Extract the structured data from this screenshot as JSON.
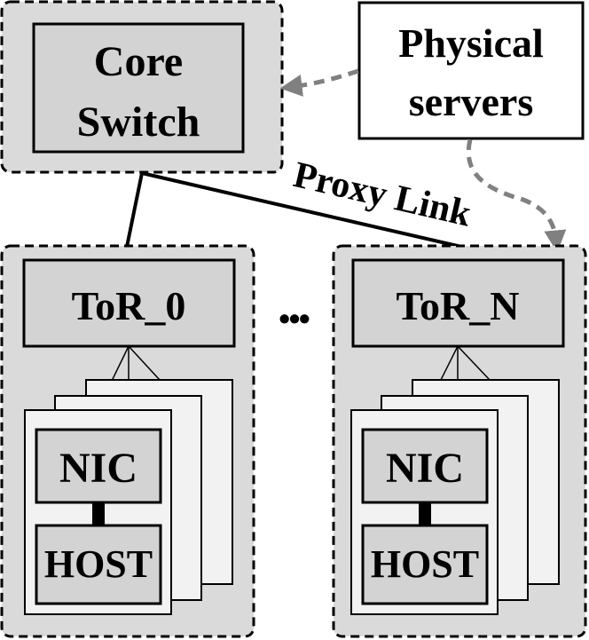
{
  "core": {
    "line1": "Core",
    "line2": "Switch"
  },
  "servers": {
    "line1": "Physical",
    "line2": "servers"
  },
  "proxy_link": "Proxy Link",
  "ellipsis": "•••",
  "racks": [
    {
      "tor": "ToR_0",
      "nic": "NIC",
      "host": "HOST"
    },
    {
      "tor": "ToR_N",
      "nic": "NIC",
      "host": "HOST"
    }
  ],
  "colors": {
    "group_fill": "#dadada",
    "inner_fill": "#d3d3d3",
    "card_fill": "#f2f2f2",
    "stroke": "#000000",
    "arrow": "#808080"
  }
}
